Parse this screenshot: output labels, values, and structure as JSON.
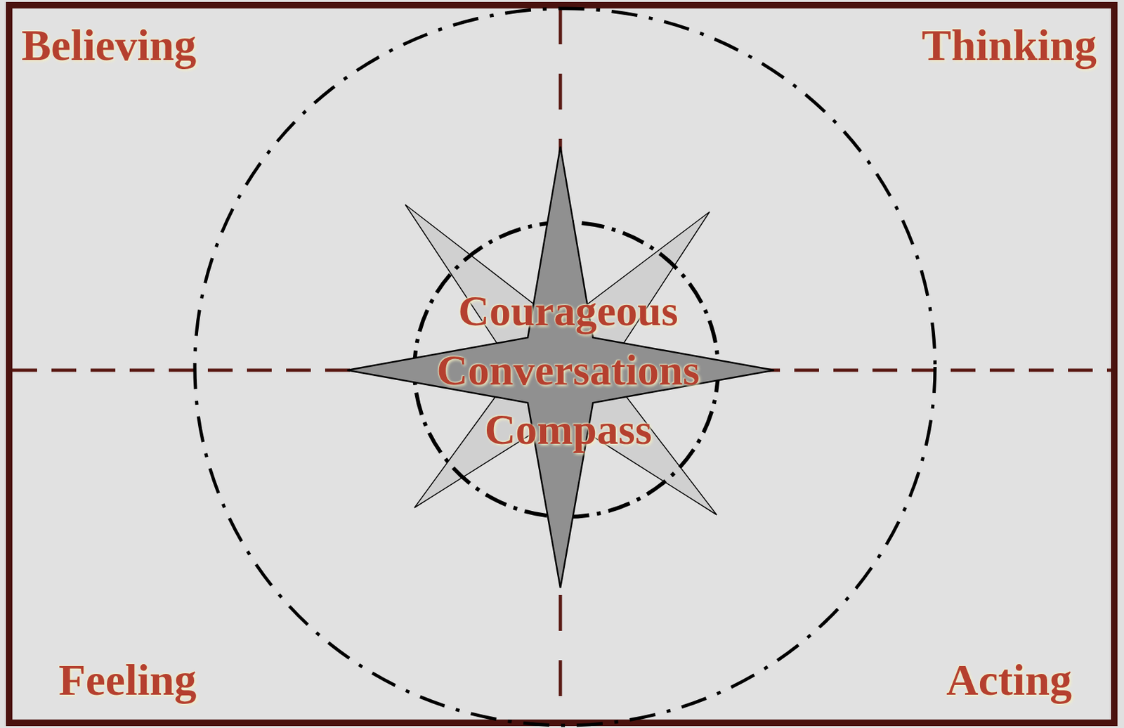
{
  "diagram": {
    "nodes": [
      {
        "text": [
          "Courageous Conversations Compass"
        ]
      }
    ],
    "labels": [
      "Believing",
      "Thinking",
      "Feeling",
      "Acting"
    ]
  }
}
